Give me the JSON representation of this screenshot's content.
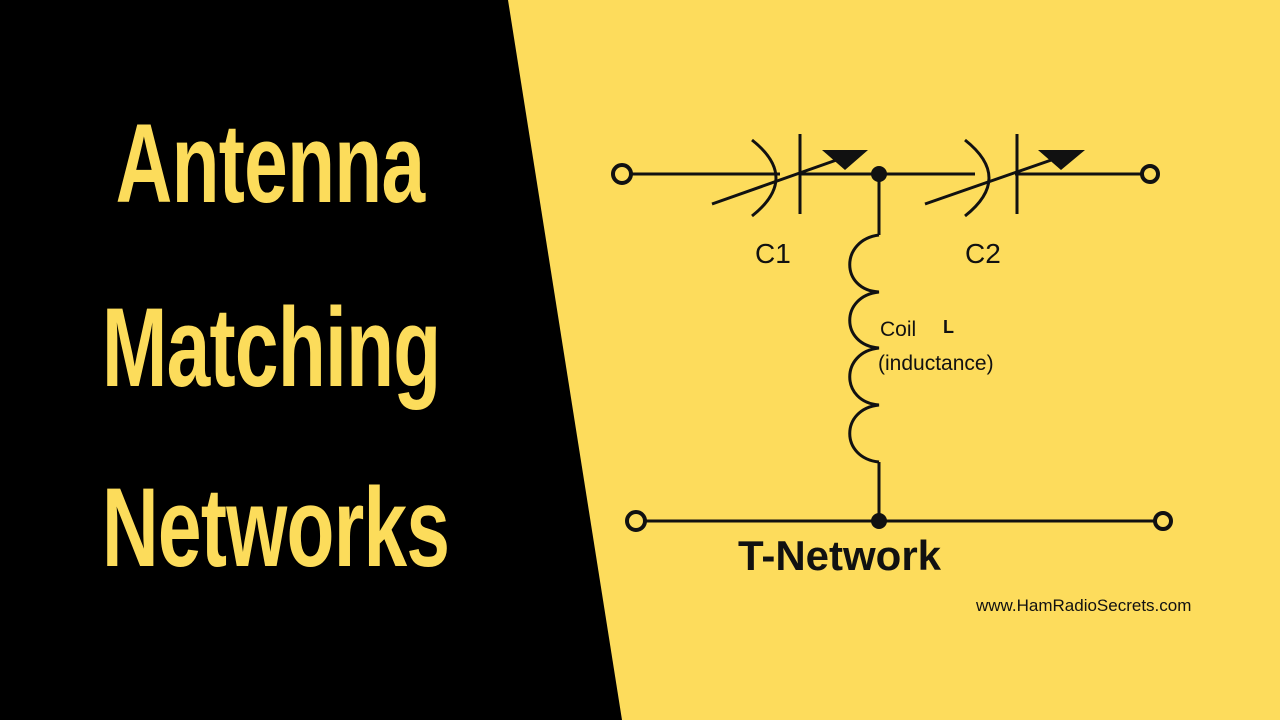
{
  "title": {
    "line1": "Antenna",
    "line2": "Matching",
    "line3": "Networks"
  },
  "diagram": {
    "c1_label": "C1",
    "c2_label": "C2",
    "coil_label": "Coil",
    "coil_symbol": "L",
    "coil_desc": "(inductance)",
    "network_label": "T-Network",
    "watermark": "www.HamRadioSecrets.com"
  },
  "colors": {
    "yellow": "#fddc5c",
    "black": "#000000",
    "line": "#111111"
  }
}
